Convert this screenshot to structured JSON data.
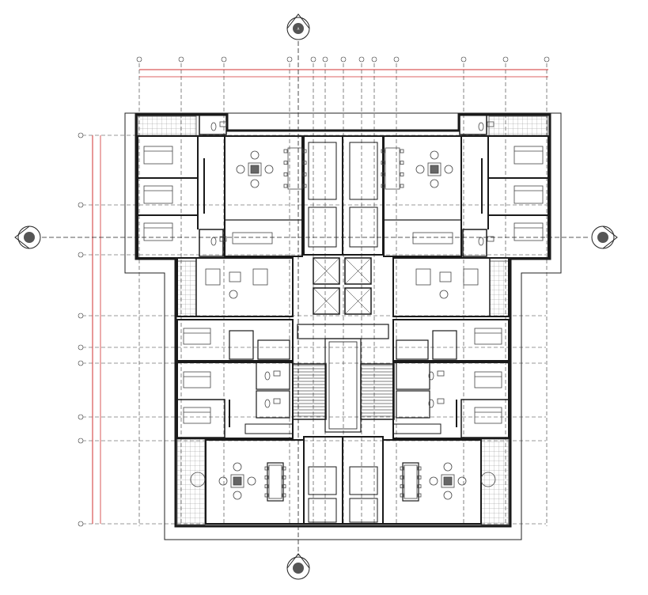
{
  "drawing": {
    "type": "architectural-floor-plan",
    "description_visible_text": "",
    "colors": {
      "wall": "#1a1a1a",
      "line": "#222222",
      "grid": "#333333",
      "dimension_red": "#d03030",
      "hatch": "#888888",
      "furniture": "#555555",
      "paper": "#ffffff"
    },
    "section_markers": [
      "section-mark-top",
      "section-mark-bottom",
      "section-mark-left",
      "section-mark-right"
    ],
    "units": [
      "unit-nw",
      "unit-ne",
      "unit-sw",
      "unit-se"
    ]
  }
}
